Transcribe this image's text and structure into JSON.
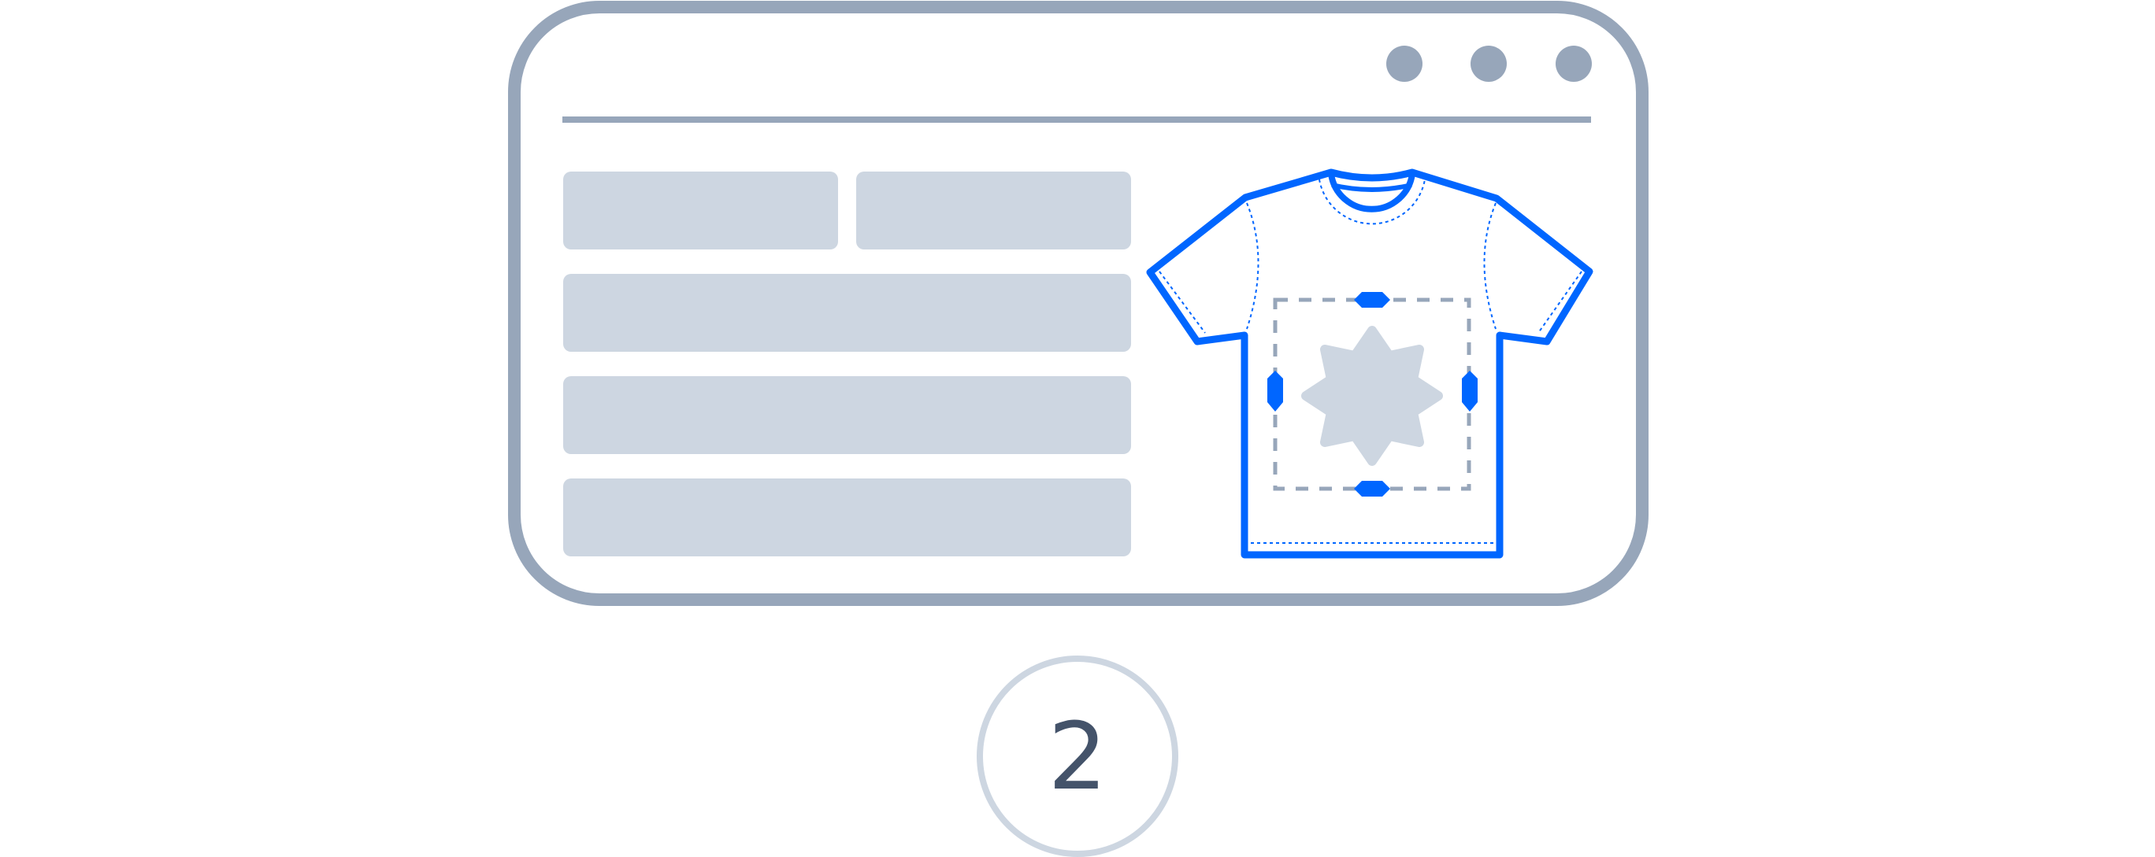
{
  "step": {
    "number": "2"
  },
  "colors": {
    "frame": "#97A6BA",
    "placeholder": "#CDD6E1",
    "accent": "#0066FF",
    "badge_ring": "#CDD6E1",
    "number_text": "#44536A",
    "background": "#FFFFFF"
  },
  "window": {
    "controls": [
      "dot-icon",
      "dot-icon",
      "dot-icon"
    ]
  },
  "form": {
    "field_rows": [
      2,
      1,
      1,
      1
    ]
  },
  "preview": {
    "product_icon": "tshirt-icon",
    "design_icon": "star-icon",
    "selection": "dashed-box-with-4-handles"
  }
}
